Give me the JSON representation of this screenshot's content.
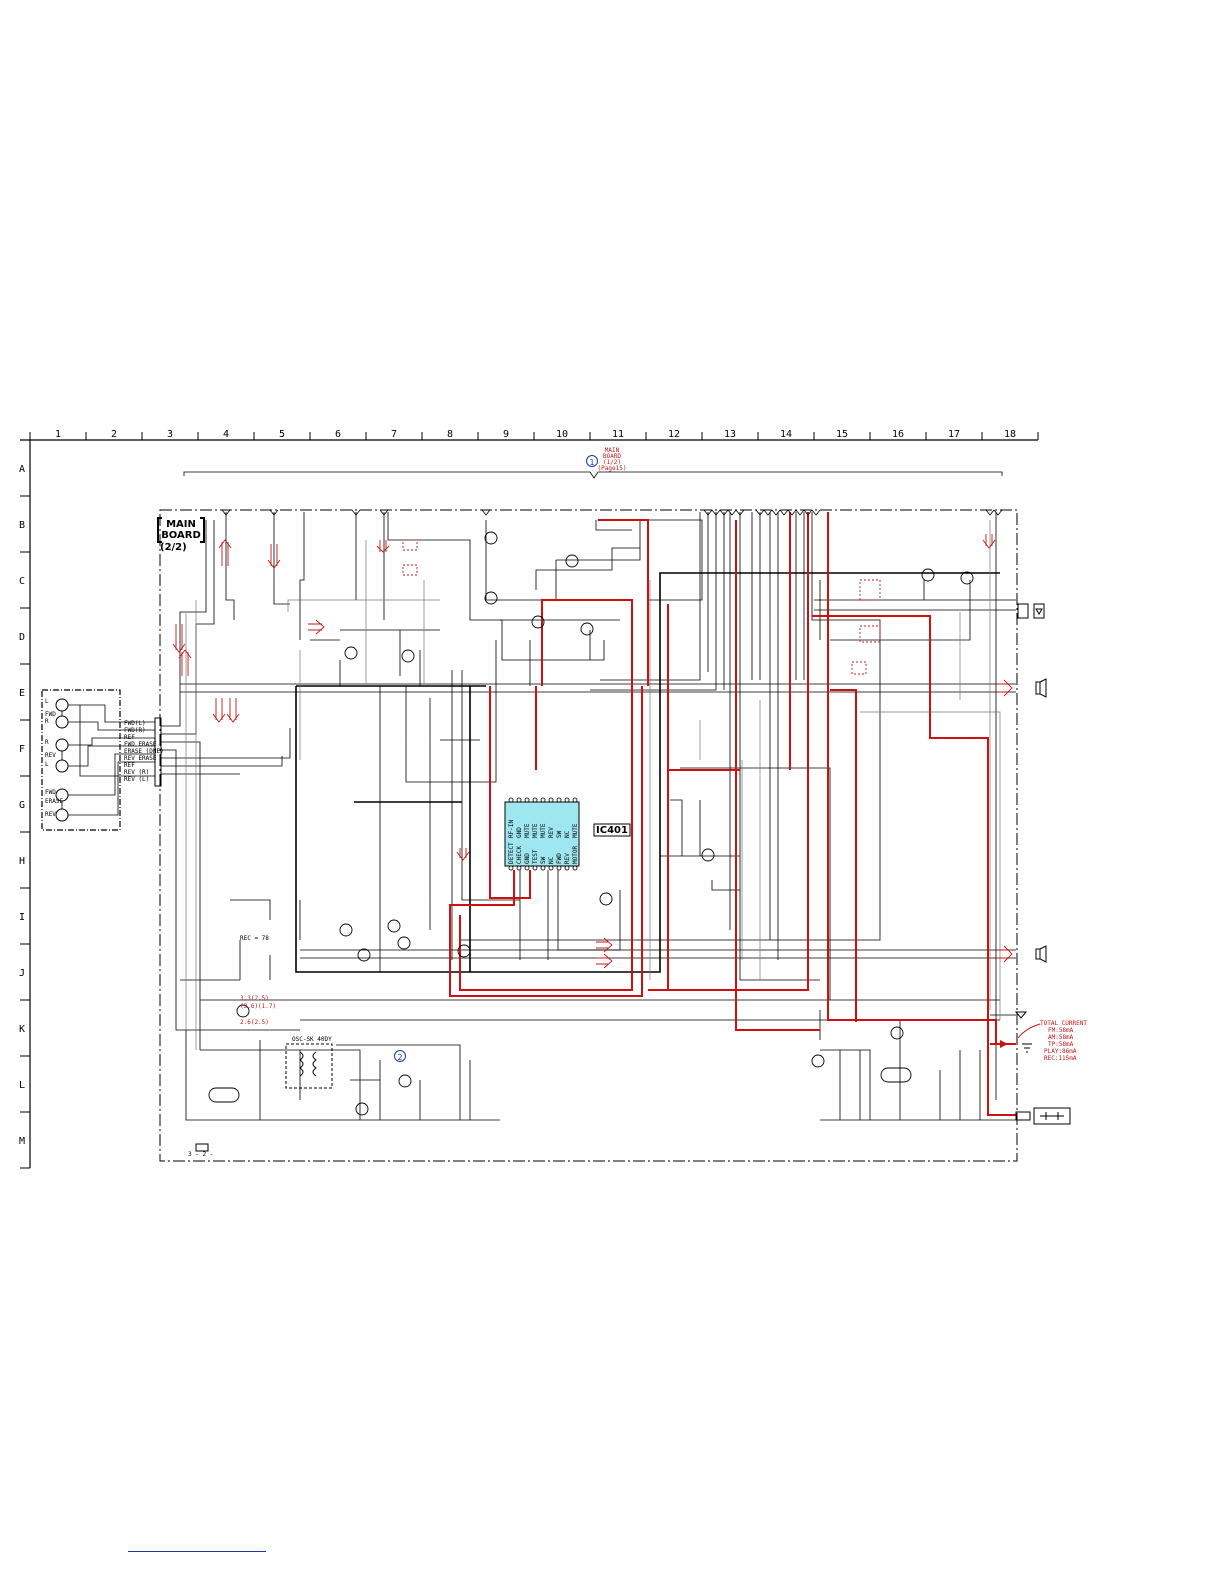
{
  "column_numbers": [
    "1",
    "2",
    "3",
    "4",
    "5",
    "6",
    "7",
    "8",
    "9",
    "10",
    "11",
    "12",
    "13",
    "14",
    "15",
    "16",
    "17",
    "18"
  ],
  "row_letters": [
    "A",
    "B",
    "C",
    "D",
    "E",
    "F",
    "G",
    "H",
    "I",
    "J",
    "K",
    "L",
    "M"
  ],
  "board_title": {
    "line1": "MAIN",
    "line2": "BOARD",
    "part": "(2/2)"
  },
  "ref_marker": {
    "number": "1",
    "lines": [
      "MAIN",
      "BOARD",
      "(1/2)",
      "(Page15)"
    ]
  },
  "ref_marker_2": "2",
  "ic": {
    "name": "IC401",
    "top_pins": [
      "RF-IN",
      "GND",
      "MUTE",
      "MUTE",
      "MUTE",
      "REV",
      "SW",
      "NC",
      "MUTE"
    ],
    "bottom_pins": [
      "DETECT",
      "CHECK",
      "GND",
      "TEST",
      "SW",
      "NC",
      "FWD",
      "REV",
      "MOTOR"
    ]
  },
  "head_connector": {
    "terminals": [
      "FWD(L)",
      "FWD(R)",
      "REF",
      "FWD ERASE",
      "ERASE (DNE)",
      "REV ERASE",
      "REF",
      "REV (R)",
      "REV (L)"
    ],
    "heads": [
      "L",
      "FWD",
      "R",
      "R",
      "REV",
      "L",
      "FWD",
      "ERASE",
      "REV"
    ]
  },
  "rec_label": "REC = 78",
  "transformer_label": "OSC-SK 40DY",
  "voltage_notes": [
    "3.3(2.5)",
    "(2.6)(1.7)",
    "2.6(2.5)"
  ],
  "current_note": [
    "TOTAL CURRENT",
    "FM:58mA",
    "AM:58mA",
    "TP:58mA",
    "PLAY:86mA",
    "REC:115mA"
  ],
  "bottom_note": "3 - 2 -",
  "colors": {
    "trace_signal": "#d01010",
    "ic_fill": "#9fe7f0",
    "ink": "#000000",
    "note_red": "#c01818",
    "marker_blue": "#1a3aa8"
  }
}
